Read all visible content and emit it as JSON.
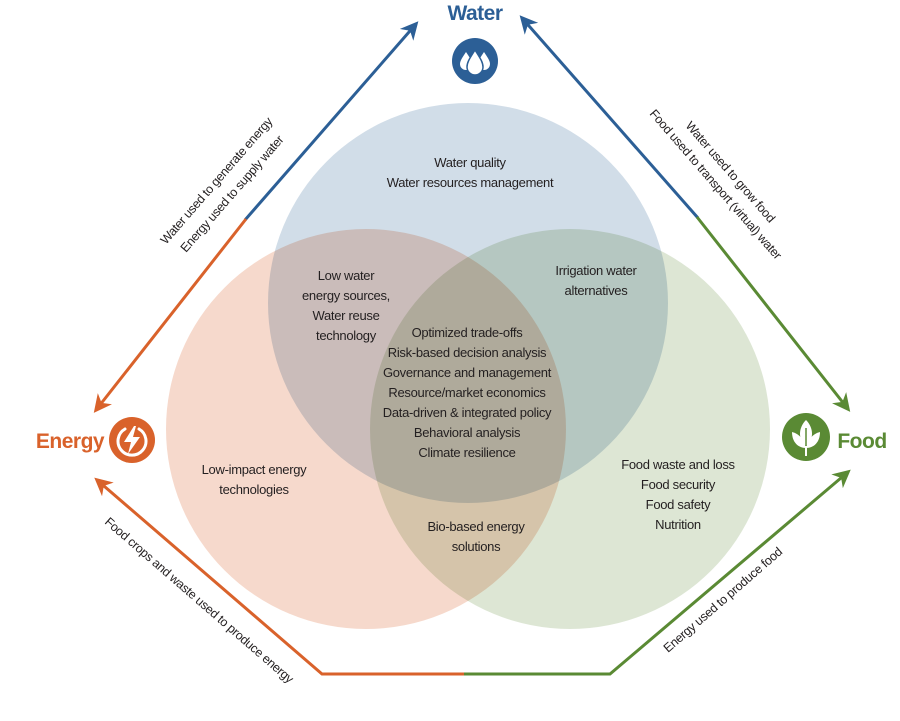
{
  "colors": {
    "water": "#2c5f96",
    "energy": "#d9622b",
    "food": "#5a8a34",
    "water_circle": "#b8cadb",
    "energy_circle": "#f1c7b4",
    "food_circle": "#cbd8bf"
  },
  "nodes": {
    "water": {
      "title": "Water",
      "icon": "water-drops-icon"
    },
    "energy": {
      "title": "Energy",
      "icon": "lightning-power-icon"
    },
    "food": {
      "title": "Food",
      "icon": "leaf-plant-icon"
    }
  },
  "arrows": {
    "water_energy": {
      "line1": "Water used to generate energy",
      "line2": "Energy used to supply water"
    },
    "water_food": {
      "line1": "Water used to grow food",
      "line2": "Food used to transport (virtual) water"
    },
    "food_to_energy": {
      "line1": "Food crops and waste used to produce energy"
    },
    "energy_to_food": {
      "line1": "Energy used to produce food"
    }
  },
  "regions": {
    "water_only": [
      "Water quality",
      "Water resources management"
    ],
    "water_energy": [
      "Low water",
      "energy sources,",
      "Water reuse",
      "technology"
    ],
    "water_food": [
      "Irrigation water",
      "alternatives"
    ],
    "center": [
      "Optimized trade-offs",
      "Risk-based decision analysis",
      "Governance and management",
      "Resource/market economics",
      "Data-driven & integrated policy",
      "Behavioral analysis",
      "Climate resilience"
    ],
    "energy_only": [
      "Low-impact energy",
      "technologies"
    ],
    "energy_food": [
      "Bio-based energy",
      "solutions"
    ],
    "food_only": [
      "Food waste and loss",
      "Food security",
      "Food safety",
      "Nutrition"
    ]
  }
}
